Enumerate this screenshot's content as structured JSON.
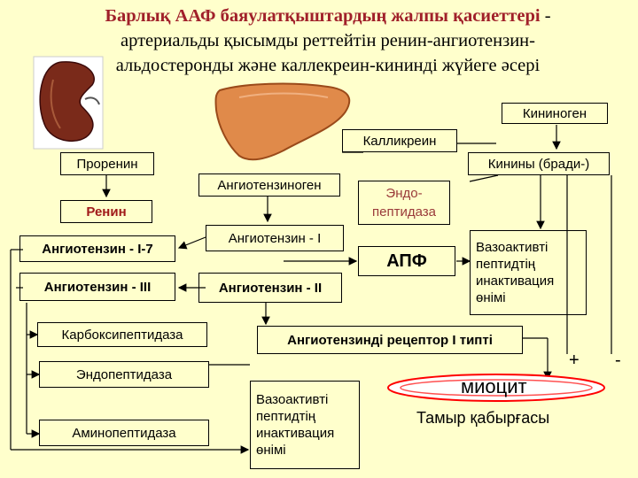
{
  "title": {
    "line1_highlight": "Барлық ААФ баяулатқыштардың жалпы қасиеттері",
    "line1_rest": " -",
    "line2": "артериальды қысымды реттейтін ренин-ангиотензин-",
    "line3": "альдостеронды және каллекреин-кининді жүйеге әсері"
  },
  "boxes": {
    "kininogen": "Кининоген",
    "kallikrein": "Калликреин",
    "prorenin": "Проренин",
    "kinins": "Кинины (бради-)",
    "angiotensinogen": "Ангиотензиноген",
    "endopeptidase_top": "Эндо-пептидаза",
    "renin": "Ренин",
    "angiotensin_17": "Ангиотензин - I-7",
    "angiotensin_1": "Ангиотензин - I",
    "apf": "АПФ",
    "vasoactive_right": "Вазоактивті пептидтің инактивация өнімі",
    "angiotensin_3": "Ангиотензин - III",
    "angiotensin_2": "Ангиотензин - II",
    "carboxypeptidase": "Карбоксипептидаза",
    "at1_receptor": "Ангиотензинді рецептор I типті",
    "endopeptidase_bottom": "Эндопептидаза",
    "aminopeptidase": "Аминопептидаза",
    "vasoactive_bottom": "Вазоактивті пептидтің инактивация өнімі"
  },
  "labels": {
    "plus": "+",
    "minus": "-",
    "myocyte": "миоцит",
    "vessel_wall": "Тамыр қабырғасы"
  },
  "colors": {
    "background": "#ffffcc",
    "box_fill": "#ffffcc",
    "title_highlight": "#a0202a",
    "renin_text": "#a01a1a",
    "kidney": "#7a2a1a",
    "liver": "#e08a4a",
    "cell_outline": "#ff0000"
  }
}
